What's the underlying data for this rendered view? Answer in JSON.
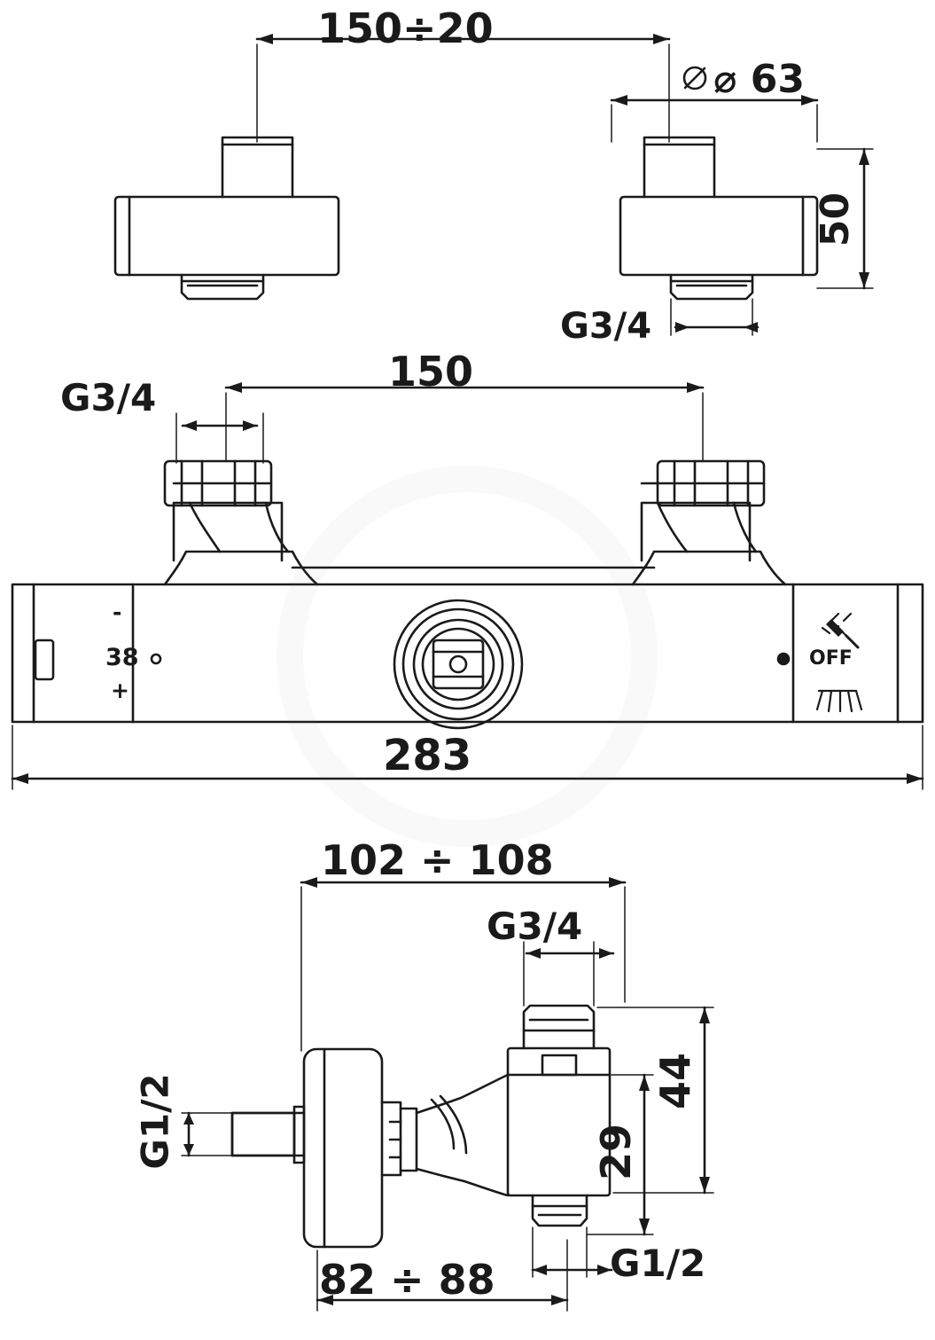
{
  "drawing": {
    "title": "Thermostatic shower mixer technical drawing",
    "units": "mm",
    "views": [
      {
        "name": "top-view-left",
        "labels": []
      },
      {
        "name": "top-view-right",
        "labels": [
          "⌀ 63",
          "50",
          "G3/4"
        ]
      },
      {
        "name": "front-view",
        "labels": [
          "G3/4",
          "150",
          "283",
          "38",
          "OFF"
        ]
      },
      {
        "name": "side-view",
        "labels": [
          "102 ÷ 108",
          "G3/4",
          "44",
          "29",
          "G1/2",
          "G1/2",
          "82 ÷ 88"
        ]
      }
    ],
    "dimensions": {
      "top_center_distance": "150÷20",
      "diameter": "⌀ 63",
      "height_50": "50",
      "thread_g34_topright": "G3/4",
      "thread_g34_frontleft": "G3/4",
      "center_distance_150": "150",
      "total_length_283": "283",
      "depth_range": "102 ÷ 108",
      "thread_g34_side": "G3/4",
      "height_44": "44",
      "height_29": "29",
      "thread_g12_left": "G1/2",
      "thread_g12_bottom": "G1/2",
      "bottom_range": "82 ÷ 88"
    },
    "markings": {
      "temperature": "38",
      "minus": "-",
      "plus": "+",
      "off": "OFF",
      "handshower_icon": "handshower-icon",
      "overhead_icon": "overhead-shower-icon",
      "dot_marker": "dot-marker-icon"
    },
    "colors": {
      "line": "#1a1a1a",
      "background": "#ffffff"
    }
  }
}
